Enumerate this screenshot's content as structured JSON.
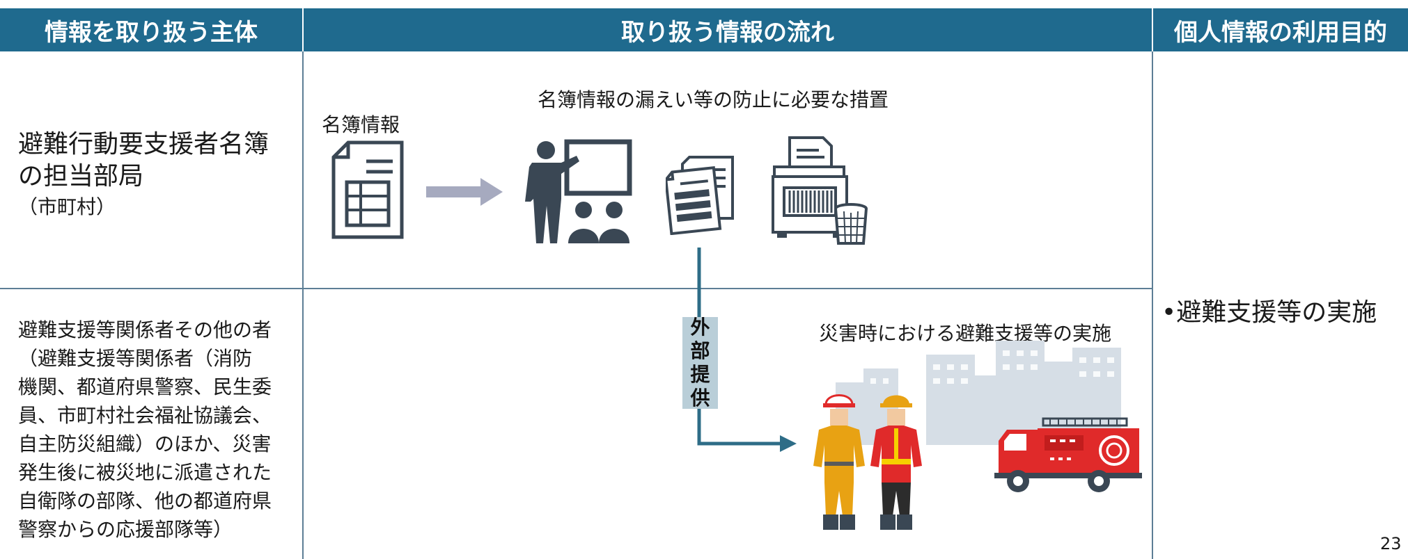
{
  "headers": {
    "col1": "情報を取り扱う主体",
    "col2": "取り扱う情報の流れ",
    "col3": "個人情報の利用目的"
  },
  "row1": {
    "entity_line1": "避難行動要支援者名簿",
    "entity_line2": "の担当部局",
    "entity_line3": "（市町村）",
    "roster_label": "名簿情報",
    "measures_label": "名簿情報の漏えい等の防止に必要な措置"
  },
  "row2": {
    "entity_lines": [
      "避難支援等関係者その他の者",
      "（避難支援等関係者（消防",
      "機関、都道府県警察、民生委",
      "員、市町村社会福祉協議会、",
      "自主防災組織）のほか、災害",
      "発生後に被災地に派遣された",
      "自衛隊の部隊、他の都道府県",
      "警察からの応援部隊等）"
    ],
    "external_label": [
      "外",
      "部",
      "提",
      "供"
    ],
    "disaster_label": "災害時における避難支援等の実施"
  },
  "purpose": "•避難支援等の実施",
  "page_number": "23",
  "colors": {
    "header_bg": "#1f6a8e",
    "divider": "#5d7e95",
    "icon_dark": "#3a4754",
    "arrow_gray": "#a6aabf",
    "flow_teal": "#2e6d87",
    "external_box": "#b9ced8"
  },
  "icons": [
    "document-icon",
    "arrow-right-icon",
    "presenter-training-icon",
    "papers-icon",
    "shredder-icon",
    "firefighters-icon",
    "fire-truck-icon",
    "city-skyline-icon"
  ]
}
